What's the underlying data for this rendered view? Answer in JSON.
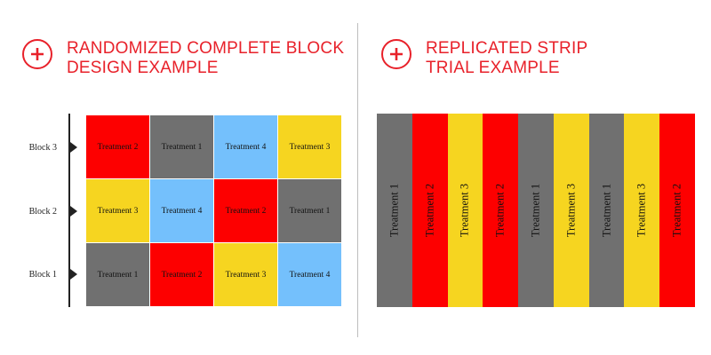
{
  "colors": {
    "accent": "#e8212a",
    "Treatment 1": "#707070",
    "Treatment 2": "#fd0000",
    "Treatment 3": "#f6d520",
    "Treatment 4": "#74c0fc"
  },
  "left_panel": {
    "icon": "plus-icon",
    "title_lines": [
      "RANDOMIZED COMPLETE BLOCK",
      "DESIGN EXAMPLE"
    ],
    "blocks": [
      {
        "label": "Block 3",
        "cells": [
          "Treatment 2",
          "Treatment 1",
          "Treatment 4",
          "Treatment 3"
        ]
      },
      {
        "label": "Block 2",
        "cells": [
          "Treatment 3",
          "Treatment 4",
          "Treatment 2",
          "Treatment 1"
        ]
      },
      {
        "label": "Block 1",
        "cells": [
          "Treatment 1",
          "Treatment 2",
          "Treatment  3",
          "Treatment 4"
        ]
      }
    ]
  },
  "right_panel": {
    "icon": "plus-icon",
    "title_lines": [
      "REPLICATED STRIP",
      "TRIAL EXAMPLE"
    ],
    "strips": [
      "Treatment 1",
      "Treatment 2",
      "Treatment  3",
      "Treatment 2",
      "Treatment 1",
      "Treatment  3",
      "Treatment 1",
      "Treatment  3",
      "Treatment 2"
    ]
  }
}
